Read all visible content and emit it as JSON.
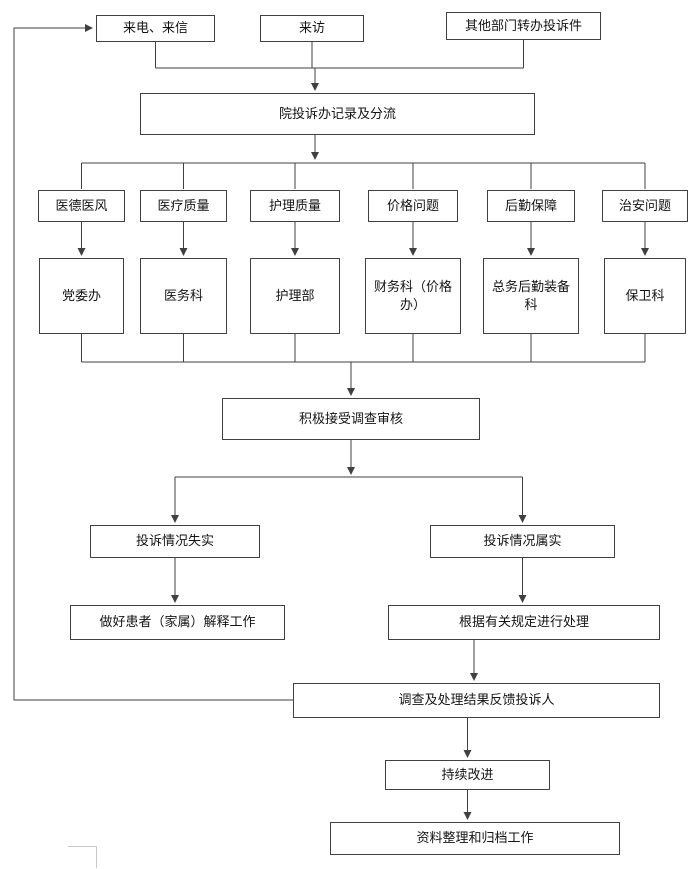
{
  "flowchart": {
    "nodes": {
      "source_calls_letters": "来电、来信",
      "source_visits": "来访",
      "source_transferred": "其他部门转办投诉件",
      "record_triage": "院投诉办记录及分流",
      "cat_medical_ethics": "医德医风",
      "cat_medical_quality": "医疗质量",
      "cat_nursing_quality": "护理质量",
      "cat_price_issue": "价格问题",
      "cat_logistics_support": "后勤保障",
      "cat_public_security": "治安问题",
      "dept_party_committee": "党委办",
      "dept_medical_affairs": "医务科",
      "dept_nursing": "护理部",
      "dept_finance": "财务科（价格办）",
      "dept_general_logistics": "总务后勤装备科",
      "dept_security": "保卫科",
      "accept_review": "积极接受调查审核",
      "complaint_untrue": "投诉情况失实",
      "complaint_true": "投诉情况属实",
      "explain_to_patient": "做好患者（家属）解释工作",
      "handle_per_rules": "根据有关规定进行处理",
      "feedback_result": "调查及处理结果反馈投诉人",
      "continuous_improvement": "持续改进",
      "archive_work": "资料整理和归档工作"
    },
    "edges": [
      {
        "from": "source_calls_letters",
        "to": "record_triage"
      },
      {
        "from": "source_visits",
        "to": "record_triage"
      },
      {
        "from": "source_transferred",
        "to": "record_triage"
      },
      {
        "from": "record_triage",
        "to": "cat_medical_ethics"
      },
      {
        "from": "record_triage",
        "to": "cat_medical_quality"
      },
      {
        "from": "record_triage",
        "to": "cat_nursing_quality"
      },
      {
        "from": "record_triage",
        "to": "cat_price_issue"
      },
      {
        "from": "record_triage",
        "to": "cat_logistics_support"
      },
      {
        "from": "record_triage",
        "to": "cat_public_security"
      },
      {
        "from": "cat_medical_ethics",
        "to": "dept_party_committee"
      },
      {
        "from": "cat_medical_quality",
        "to": "dept_medical_affairs"
      },
      {
        "from": "cat_nursing_quality",
        "to": "dept_nursing"
      },
      {
        "from": "cat_price_issue",
        "to": "dept_finance"
      },
      {
        "from": "cat_logistics_support",
        "to": "dept_general_logistics"
      },
      {
        "from": "cat_public_security",
        "to": "dept_security"
      },
      {
        "from": "dept_party_committee",
        "to": "accept_review"
      },
      {
        "from": "dept_medical_affairs",
        "to": "accept_review"
      },
      {
        "from": "dept_nursing",
        "to": "accept_review"
      },
      {
        "from": "dept_finance",
        "to": "accept_review"
      },
      {
        "from": "dept_general_logistics",
        "to": "accept_review"
      },
      {
        "from": "dept_security",
        "to": "accept_review"
      },
      {
        "from": "accept_review",
        "to": "complaint_untrue"
      },
      {
        "from": "accept_review",
        "to": "complaint_true"
      },
      {
        "from": "complaint_untrue",
        "to": "explain_to_patient"
      },
      {
        "from": "complaint_true",
        "to": "handle_per_rules"
      },
      {
        "from": "handle_per_rules",
        "to": "feedback_result"
      },
      {
        "from": "feedback_result",
        "to": "source_calls_letters"
      },
      {
        "from": "feedback_result",
        "to": "continuous_improvement"
      },
      {
        "from": "continuous_improvement",
        "to": "archive_work"
      }
    ]
  }
}
